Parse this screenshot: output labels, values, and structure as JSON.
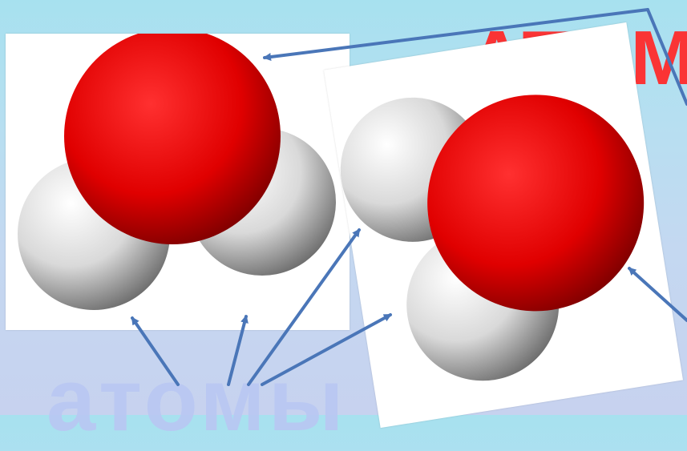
{
  "slide": {
    "background_title": "АТОМ",
    "background_bottom": "атомы",
    "accent_color": "#4a76b8",
    "oxygen_color": "#e60000",
    "hydrogen_color": "#e8e8e8"
  },
  "molecules": [
    {
      "name": "water-molecule-left",
      "atoms": [
        "O",
        "H",
        "H"
      ]
    },
    {
      "name": "water-molecule-right",
      "atoms": [
        "O",
        "H",
        "H"
      ]
    }
  ]
}
